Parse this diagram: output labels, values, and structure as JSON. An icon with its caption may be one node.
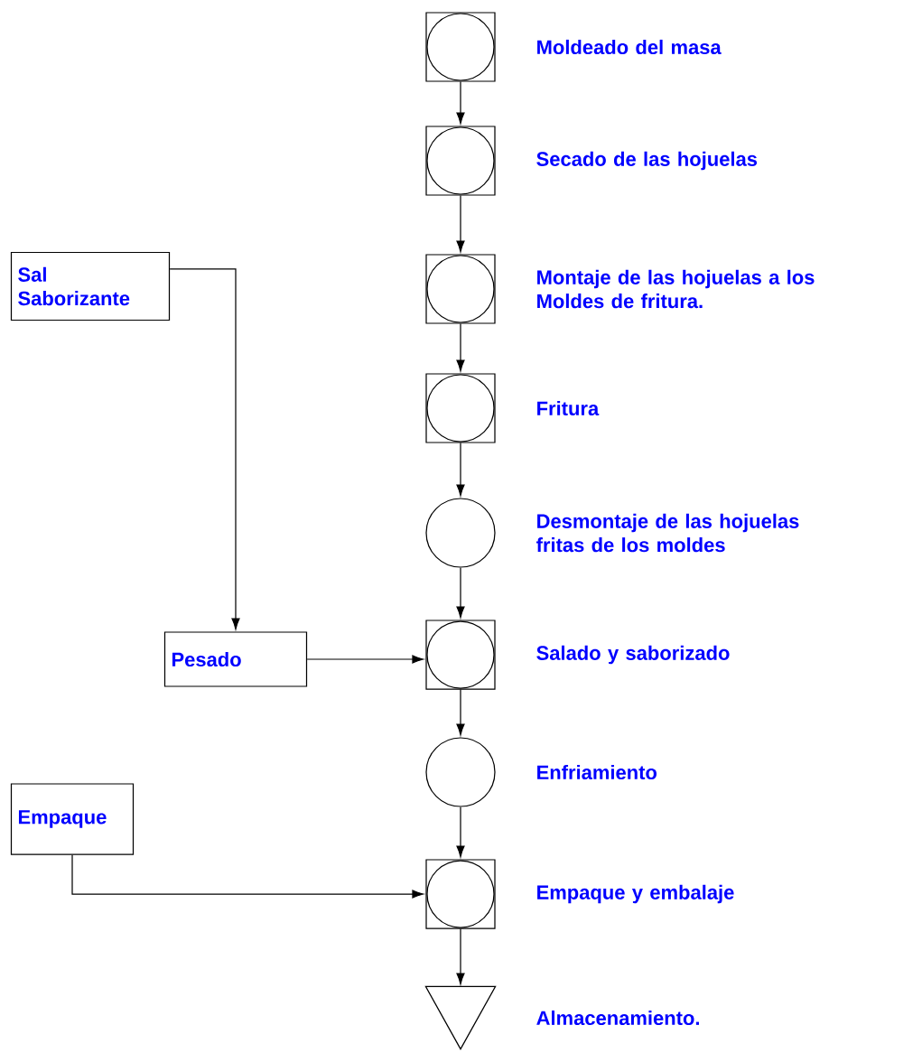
{
  "diagram": {
    "nodes": [
      {
        "text": [],
        "shape": "box",
        "beside": [
          "Moldeado del masa"
        ]
      },
      {
        "text": [],
        "shape": "box",
        "beside": [
          "Secado de las hojuelas"
        ]
      },
      {
        "text": [],
        "shape": "box",
        "beside": [
          "Montaje de las hojuelas a los Moldes de fritura."
        ]
      },
      {
        "text": [],
        "shape": "box",
        "beside": [
          "Fritura"
        ]
      },
      {
        "text": [],
        "shape": "circle",
        "beside": [
          "Desmontaje de las hojuelas fritas de los moldes"
        ]
      },
      {
        "text": [],
        "shape": "box",
        "beside": [
          "Salado y saborizado"
        ]
      },
      {
        "text": [],
        "shape": "circle",
        "beside": [
          "Enfriamiento"
        ]
      },
      {
        "text": [],
        "shape": "box",
        "beside": [
          "Empaque y embalaje"
        ]
      },
      {
        "text": [],
        "shape": "triangle",
        "beside": [
          "Almacenamiento."
        ]
      },
      {
        "text": [
          "Sal Saborizante"
        ]
      },
      {
        "text": [
          "Pesado"
        ]
      },
      {
        "text": [
          "Empaque"
        ]
      }
    ],
    "edges": [
      {
        "from": 0,
        "to": 1,
        "arrow": "to"
      },
      {
        "from": 1,
        "to": 2,
        "arrow": "to"
      },
      {
        "from": 2,
        "to": 3,
        "arrow": "to"
      },
      {
        "from": 3,
        "to": 4,
        "arrow": "to"
      },
      {
        "from": 4,
        "to": 5,
        "arrow": "to"
      },
      {
        "from": 5,
        "to": 6,
        "arrow": "to"
      },
      {
        "from": 6,
        "to": 7,
        "arrow": "to"
      },
      {
        "from": 7,
        "to": 8,
        "arrow": "to"
      },
      {
        "from": 9,
        "to": 10,
        "arrow": "to"
      },
      {
        "from": 10,
        "to": 5,
        "arrow": "to"
      },
      {
        "from": 11,
        "to": 7,
        "arrow": "to"
      }
    ]
  }
}
